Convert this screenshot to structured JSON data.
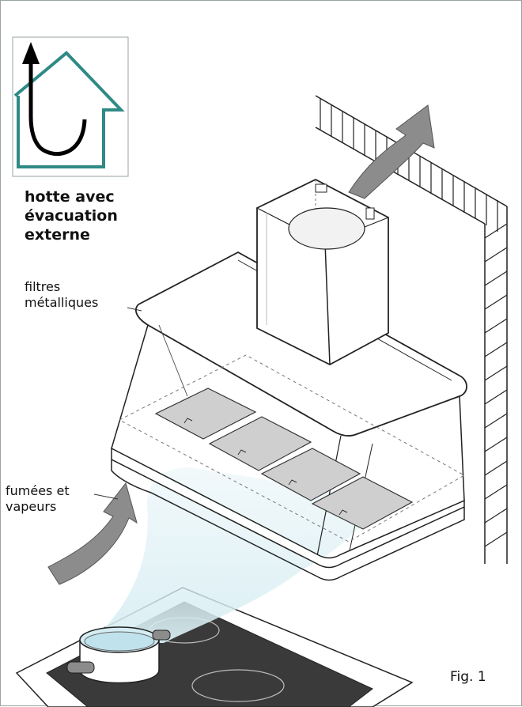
{
  "title_lines": [
    "hotte avec",
    "évacuation",
    "externe"
  ],
  "labels": {
    "filters": [
      "filtres",
      "métalliques"
    ],
    "fumes": [
      "fumées et",
      "vapeurs"
    ],
    "figure": "Fig. 1"
  },
  "icons": {
    "mode_icon": "house-with-exhaust-arrow-icon",
    "exhaust_arrow": "curved-arrow-up-icon",
    "intake_arrow": "curved-arrow-up-icon"
  },
  "colors": {
    "house_outline": "#2f8a86",
    "arrow_fill": "#8c8c8c",
    "vapor": "#cfe8ef",
    "line": "#222222",
    "hatch": "#222222"
  }
}
